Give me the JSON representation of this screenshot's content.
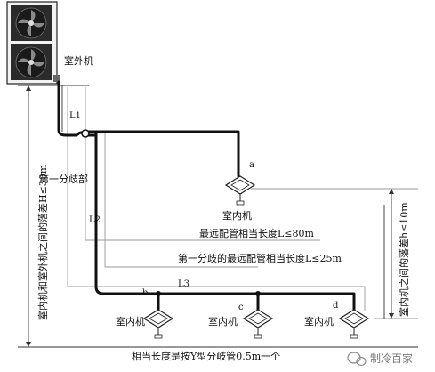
{
  "labels": {
    "outdoor_unit": "室外机",
    "first_branch": "第一分歧部",
    "indoor_unit": "室内机",
    "point_a": "a",
    "point_b": "b",
    "point_c": "c",
    "point_d": "d",
    "L1": "L1",
    "L2": "L2",
    "L3": "L3",
    "farthest_length": "最远配管相当长度L≤80m",
    "first_branch_farthest": "第一分歧的最远配管相当长度L≤25m",
    "outdoor_indoor_drop": "室内机和室外机之间的落差H≤30m",
    "indoor_indoor_drop": "室内机之间的落差h≤10m",
    "footnote": "相当长度是按Y型分岐管0.5m一个",
    "watermark": "制冷百家"
  },
  "colors": {
    "pipe": "#111111",
    "dimension": "#333333",
    "reference": "#9a9a9a",
    "unit_fill": "#2b2b2b"
  }
}
